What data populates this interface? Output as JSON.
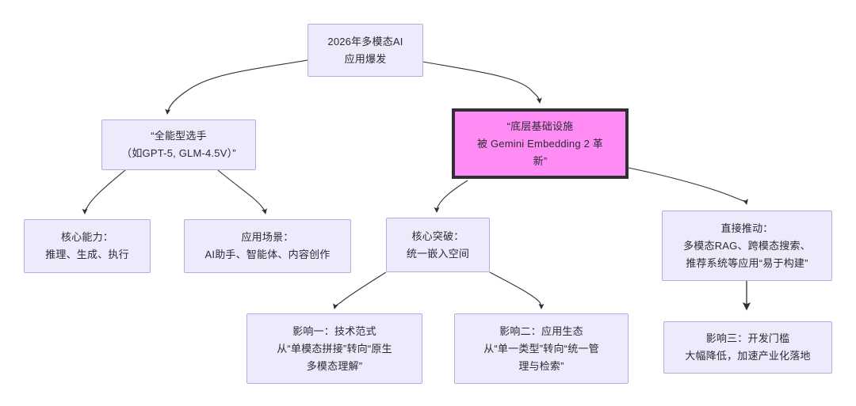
{
  "diagram": {
    "type": "flowchart",
    "orientation": "top-down",
    "background_color": "#ffffff",
    "node_fill_color": "#ECEAFB",
    "node_border_color": "#B9A9E0",
    "highlight_fill_color": "#FF8BF5",
    "highlight_border_color": "#2e2e34",
    "edge_color": "#333333",
    "text_color": "#2b2b33"
  },
  "nodes": {
    "root": {
      "id": "root",
      "lines": [
        "2026年多模态AI",
        "应用爆发"
      ],
      "highlighted": false
    },
    "generalist": {
      "id": "generalist",
      "lines": [
        "“全能型选手",
        "（如GPT-5, GLM-4.5V）”"
      ],
      "highlighted": false
    },
    "infrastructure": {
      "id": "infrastructure",
      "lines": [
        "“底层基础设施",
        "被 Gemini Embedding 2 革",
        "新”"
      ],
      "highlighted": true
    },
    "core_capability": {
      "id": "core_capability",
      "lines": [
        "核心能力：",
        "推理、生成、执行"
      ],
      "highlighted": false
    },
    "application_scene": {
      "id": "application_scene",
      "lines": [
        "应用场景：",
        "AI助手、智能体、内容创作"
      ],
      "highlighted": false
    },
    "core_breakthrough": {
      "id": "core_breakthrough",
      "lines": [
        "核心突破：",
        "统一嵌入空间"
      ],
      "highlighted": false
    },
    "direct_driver": {
      "id": "direct_driver",
      "lines": [
        "直接推动：",
        "多模态RAG、跨模态搜索、",
        "推荐系统等应用“易于构建”"
      ],
      "highlighted": false
    },
    "impact_one": {
      "id": "impact_one",
      "lines": [
        "影响一：技术范式",
        "从“单模态拼接”转向“原生",
        "多模态理解”"
      ],
      "highlighted": false
    },
    "impact_two": {
      "id": "impact_two",
      "lines": [
        "影响二：应用生态",
        "从“单一类型”转向“统一管",
        "理与检索”"
      ],
      "highlighted": false
    },
    "impact_three": {
      "id": "impact_three",
      "lines": [
        "影响三：开发门槛",
        "大幅降低，加速产业化落地"
      ],
      "highlighted": false
    }
  },
  "edges": [
    {
      "from": "root",
      "to": "generalist",
      "arrow": "true"
    },
    {
      "from": "root",
      "to": "infrastructure",
      "arrow": "true"
    },
    {
      "from": "generalist",
      "to": "core_capability",
      "arrow": "true"
    },
    {
      "from": "generalist",
      "to": "application_scene",
      "arrow": "true"
    },
    {
      "from": "infrastructure",
      "to": "core_breakthrough",
      "arrow": "true"
    },
    {
      "from": "infrastructure",
      "to": "direct_driver",
      "arrow": "true"
    },
    {
      "from": "core_breakthrough",
      "to": "impact_one",
      "arrow": "true"
    },
    {
      "from": "core_breakthrough",
      "to": "impact_two",
      "arrow": "true"
    },
    {
      "from": "direct_driver",
      "to": "impact_three",
      "arrow": "true"
    }
  ]
}
